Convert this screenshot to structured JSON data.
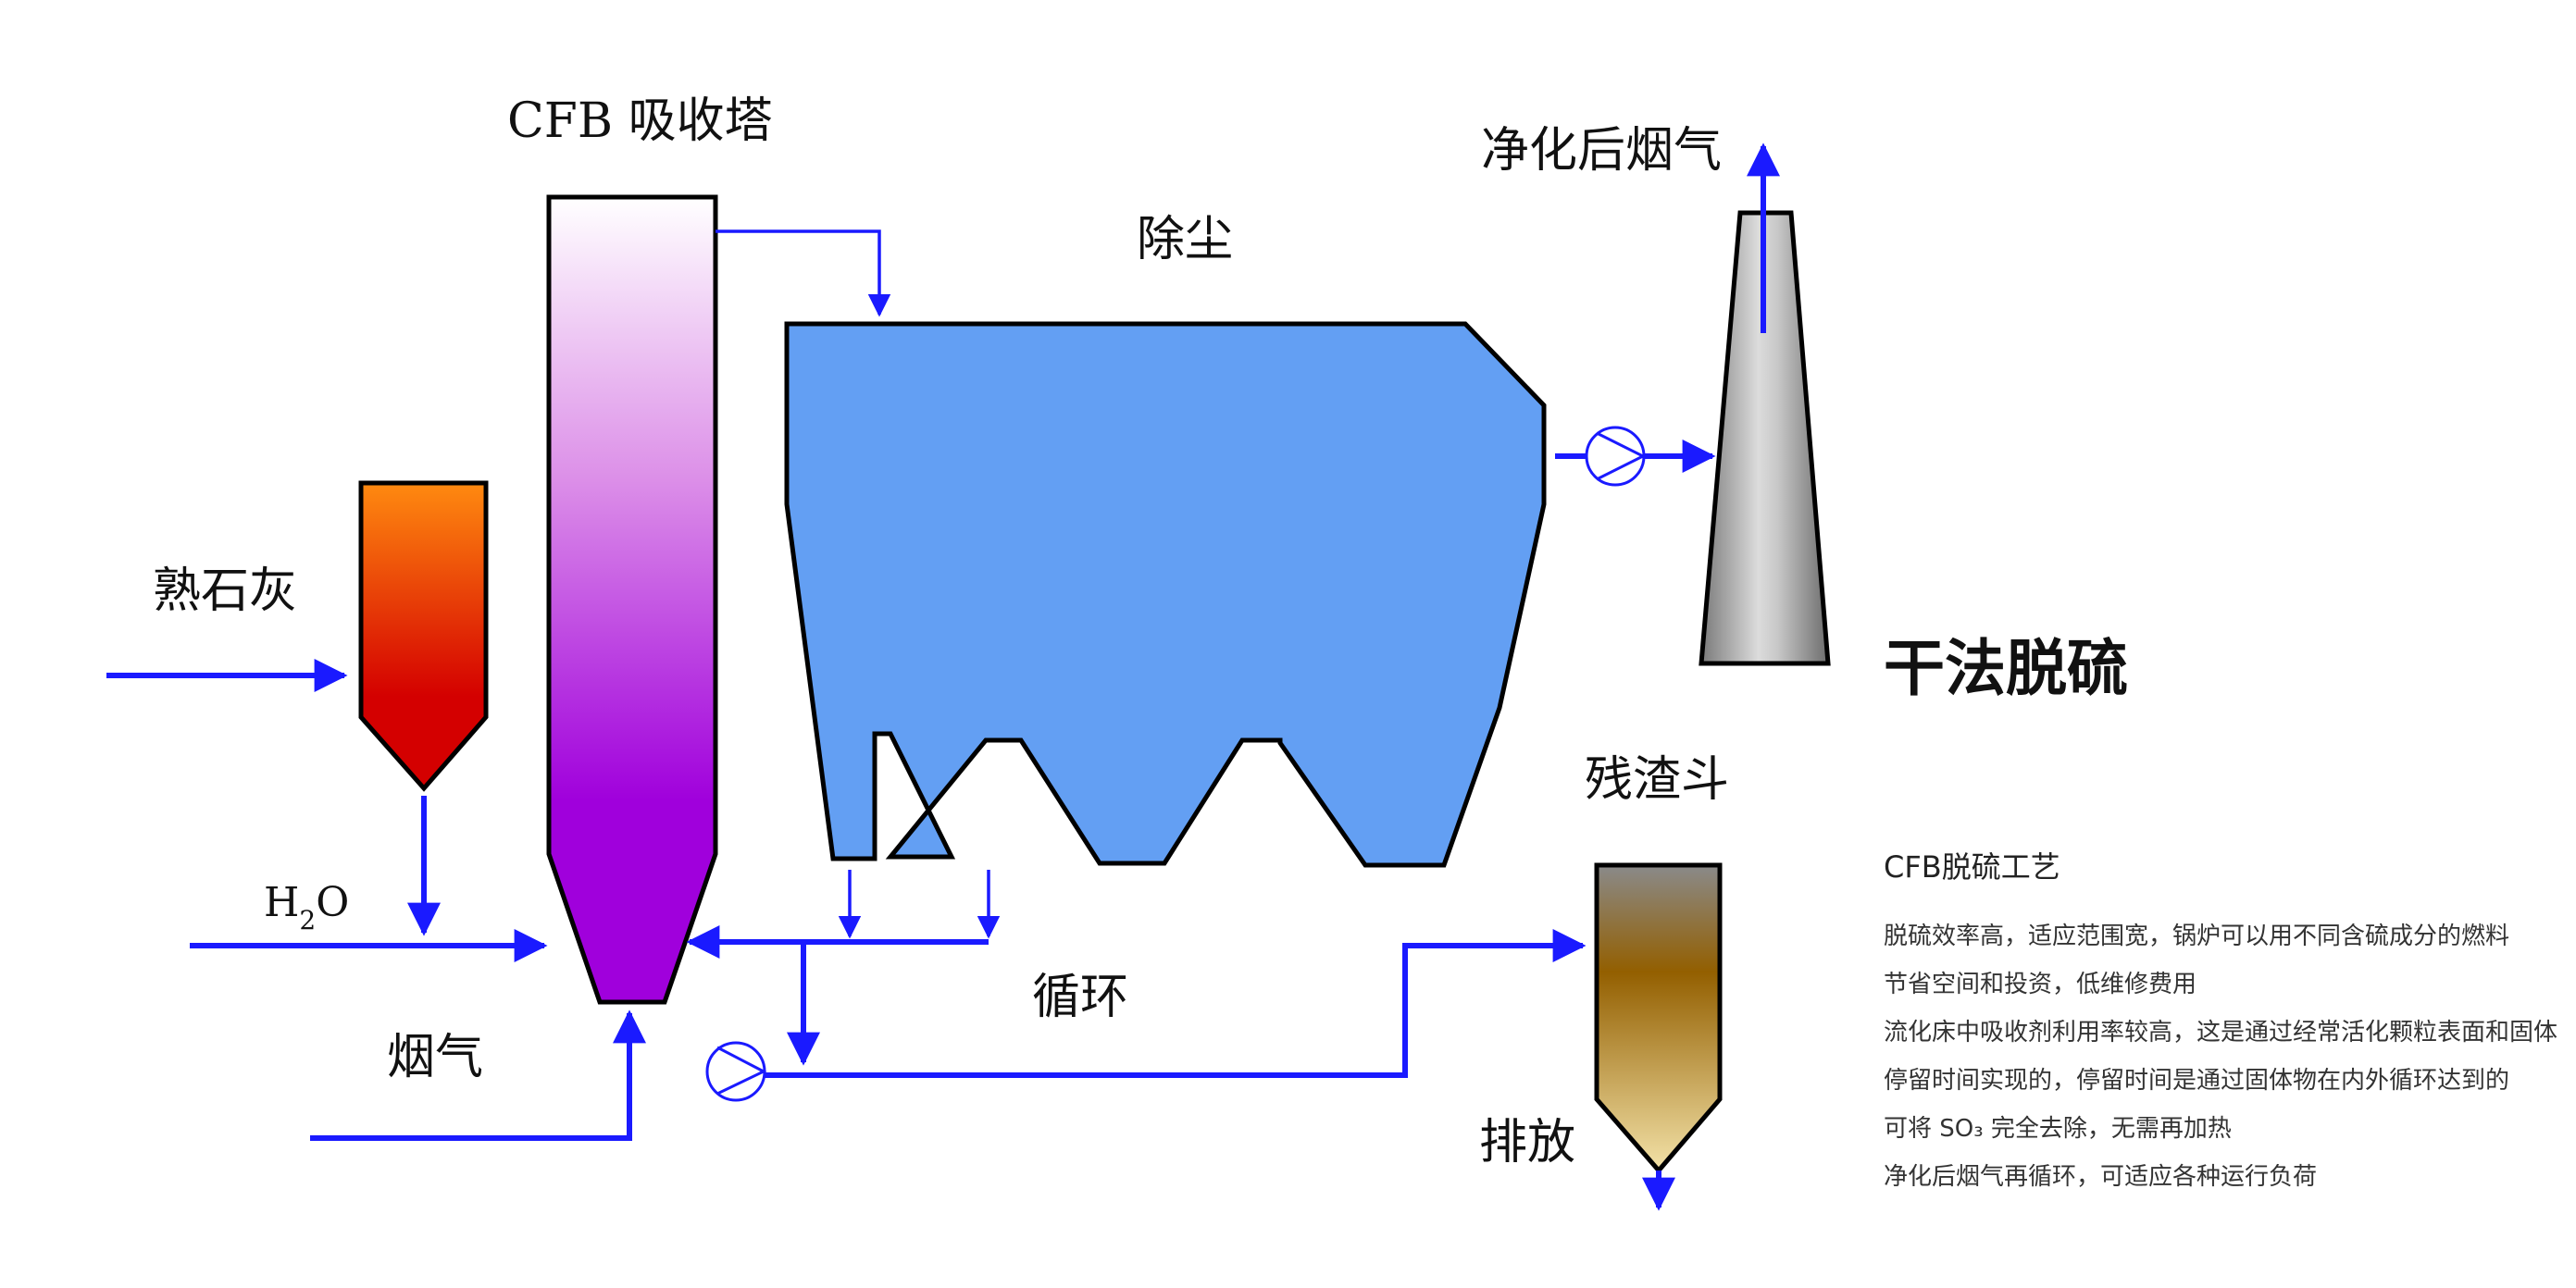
{
  "labels": {
    "absorber": "CFB 吸收塔",
    "dust_removal": "除尘",
    "clean_gas": "净化后烟气",
    "lime": "熟石灰",
    "water_main": "H",
    "water_sub": "2",
    "water_tail": "O",
    "flue_gas": "烟气",
    "recycle": "循环",
    "ash_hopper": "残渣斗",
    "discharge": "排放"
  },
  "info": {
    "title": "干法脱硫",
    "subtitle": "CFB脱硫工艺",
    "notes": [
      "脱硫效率高，适应范围宽，锅炉可以用不同含硫成分的燃料",
      "节省空间和投资，低维修费用",
      "流化床中吸收剂利用率较高，这是通过经常活化颗粒表面和固体",
      "停留时间实现的，停留时间是通过固体物在内外循环达到的",
      "可将 SO₃ 完全去除，无需再加热",
      "净化后烟气再循环，可适应各种运行负荷"
    ]
  },
  "colors": {
    "pipe": "#1a1aff",
    "dust_collector": "#639ff3",
    "absorber_top": "#ffffff",
    "absorber_bottom": "#a000dc",
    "lime_top": "#ff8a10",
    "lime_bottom": "#d40000",
    "stack_light": "#d8d8d8",
    "stack_dark": "#7a7a7a",
    "hopper_top": "#8a8a8a",
    "hopper_mid": "#935f00",
    "hopper_bottom": "#f3e2a8"
  }
}
